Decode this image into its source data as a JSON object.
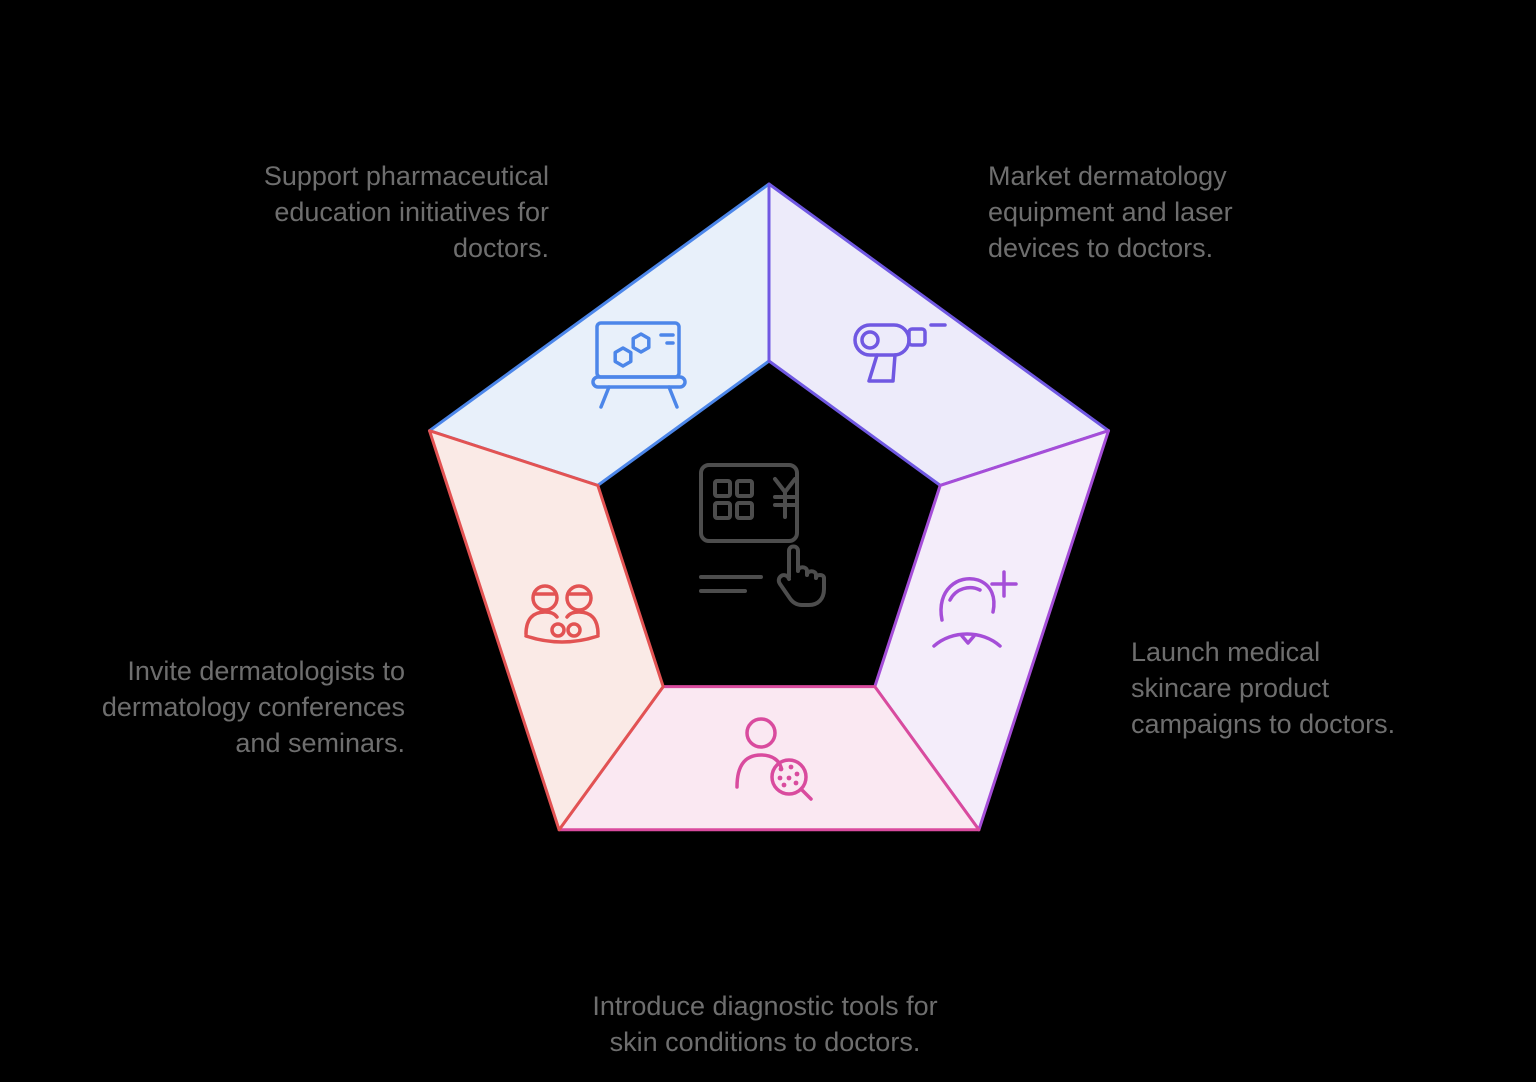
{
  "background": "#000000",
  "diagram": {
    "type": "pentagon-cycle",
    "text_color": "#6e6e6e",
    "center": {
      "icon": "payment-terminal-hand-icon",
      "color": "#4d4d4d"
    },
    "segments": [
      {
        "id": "education",
        "position": "top-left",
        "color": "#4c86e9",
        "fill": "#e8f0fa",
        "icon": "presentation-board-icon",
        "label_lines": [
          "Support pharmaceutical",
          "education initiatives for",
          "doctors."
        ]
      },
      {
        "id": "equipment",
        "position": "top-right",
        "color": "#7058e2",
        "fill": "#edebfa",
        "icon": "laser-device-icon",
        "label_lines": [
          "Market dermatology",
          "equipment and laser",
          "devices to doctors."
        ]
      },
      {
        "id": "skincare",
        "position": "right",
        "color": "#a54ed8",
        "fill": "#f4edfa",
        "icon": "face-plus-icon",
        "label_lines": [
          "Launch medical",
          "skincare product",
          "campaigns to doctors."
        ]
      },
      {
        "id": "diagnostic",
        "position": "bottom",
        "color": "#d94b9e",
        "fill": "#fae8f2",
        "icon": "person-magnifier-icon",
        "label_lines": [
          "Introduce diagnostic tools for",
          "skin conditions to doctors."
        ]
      },
      {
        "id": "conferences",
        "position": "left",
        "color": "#e25353",
        "fill": "#faeae6",
        "icon": "doctors-icon",
        "label_lines": [
          "Invite dermatologists to",
          "dermatology conferences",
          "and seminars."
        ]
      }
    ]
  }
}
